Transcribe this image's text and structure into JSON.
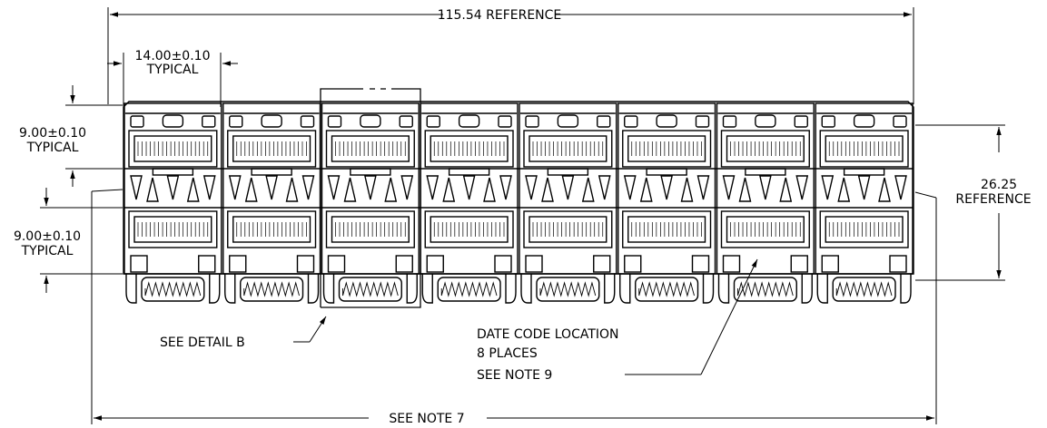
{
  "dimensions": {
    "overall_width": "115.54  REFERENCE",
    "port_pitch_value": "14.00±0.10",
    "port_pitch_note": "TYPICAL",
    "upper_height_value": "9.00±0.10",
    "upper_height_note": "TYPICAL",
    "lower_height_value": "9.00±0.10",
    "lower_height_note": "TYPICAL",
    "total_height_value": "26.25",
    "total_height_note": "REFERENCE",
    "bottom_width": "SEE  NOTE  7"
  },
  "callouts": {
    "detail": "SEE  DETAIL  B",
    "date_code_line1": "DATE  CODE  LOCATION",
    "date_code_line2": "8  PLACES",
    "date_code_line3": "SEE  NOTE  9"
  },
  "connector": {
    "port_columns": 8
  }
}
